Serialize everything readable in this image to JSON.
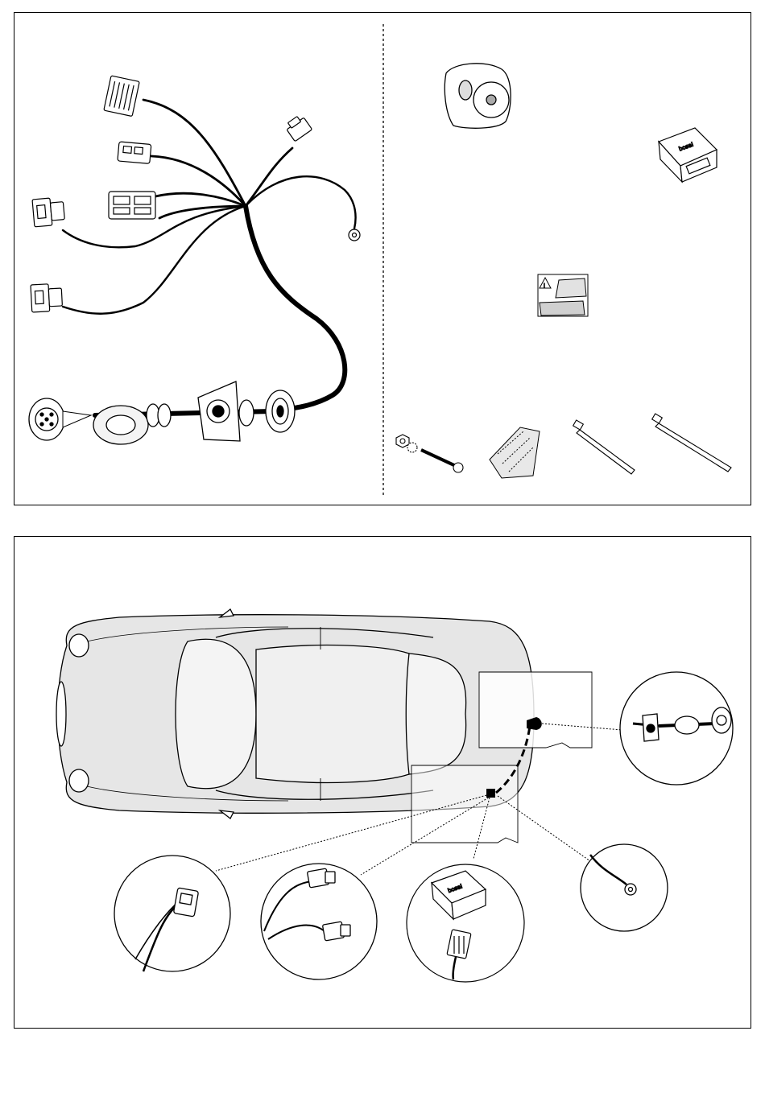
{
  "diagram": {
    "parts_panel": {
      "harness": {
        "label": ""
      },
      "socket": {
        "label": ""
      },
      "control_module": {
        "logo_text": "bosal"
      },
      "instruction_sheet": {
        "warning_symbol": "!"
      },
      "hardware": [
        "nut-washer-screw",
        "adhesive-pads",
        "cable-tie",
        "cable-tie"
      ]
    },
    "install_panel": {
      "vehicle": "car top view",
      "callouts": [
        "socket-with-grommet",
        "connector-single",
        "connectors-pair",
        "control-module-with-connector",
        "ground-ring-terminal"
      ]
    },
    "colors": {
      "line": "#000000",
      "car_body": "#e6e6e6",
      "car_glass": "#f4f4f4",
      "highlight_box": "#ffffff"
    }
  }
}
